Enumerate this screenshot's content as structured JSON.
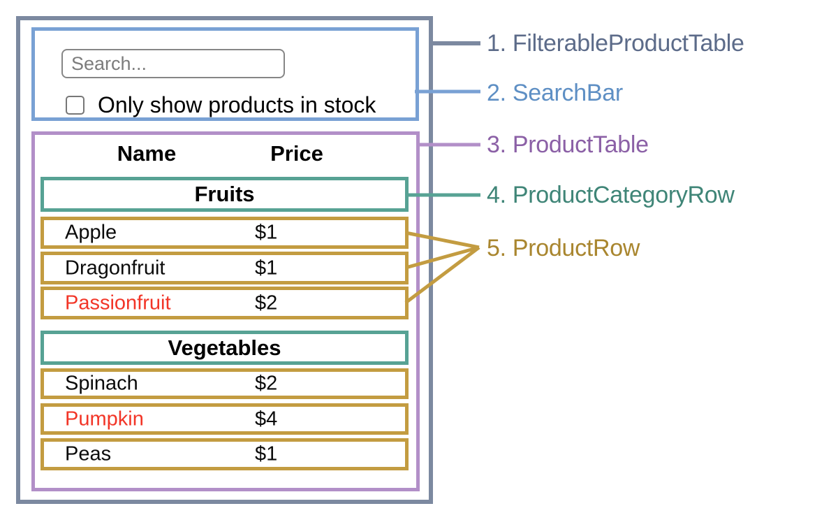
{
  "search_bar": {
    "placeholder": "Search...",
    "checkbox_label": "Only show products in stock",
    "checkbox_checked": false
  },
  "table": {
    "headers": {
      "name": "Name",
      "price": "Price"
    },
    "sections": [
      {
        "category": "Fruits",
        "rows": [
          {
            "name": "Apple",
            "price": "$1",
            "out_of_stock": false
          },
          {
            "name": "Dragonfruit",
            "price": "$1",
            "out_of_stock": false
          },
          {
            "name": "Passionfruit",
            "price": "$2",
            "out_of_stock": true
          }
        ]
      },
      {
        "category": "Vegetables",
        "rows": [
          {
            "name": "Spinach",
            "price": "$2",
            "out_of_stock": false
          },
          {
            "name": "Pumpkin",
            "price": "$4",
            "out_of_stock": true
          },
          {
            "name": "Peas",
            "price": "$1",
            "out_of_stock": false
          }
        ]
      }
    ]
  },
  "labels": [
    {
      "text": "1. FilterableProductTable",
      "color": "#5c6b89"
    },
    {
      "text": "2. SearchBar",
      "color": "#5e8fc4"
    },
    {
      "text": "3. ProductTable",
      "color": "#8b60a6"
    },
    {
      "text": "4. ProductCategoryRow",
      "color": "#3f8577"
    },
    {
      "text": "5. ProductRow",
      "color": "#a9862f"
    }
  ],
  "colors": {
    "outline": "#7c89a0",
    "searchbar": "#79a1d4",
    "table": "#b28fc8",
    "category": "#57a294",
    "row": "#c39c41",
    "out_of_stock_text": "#f23527",
    "input_border": "#868686",
    "placeholder_text": "#7c7c7c"
  }
}
